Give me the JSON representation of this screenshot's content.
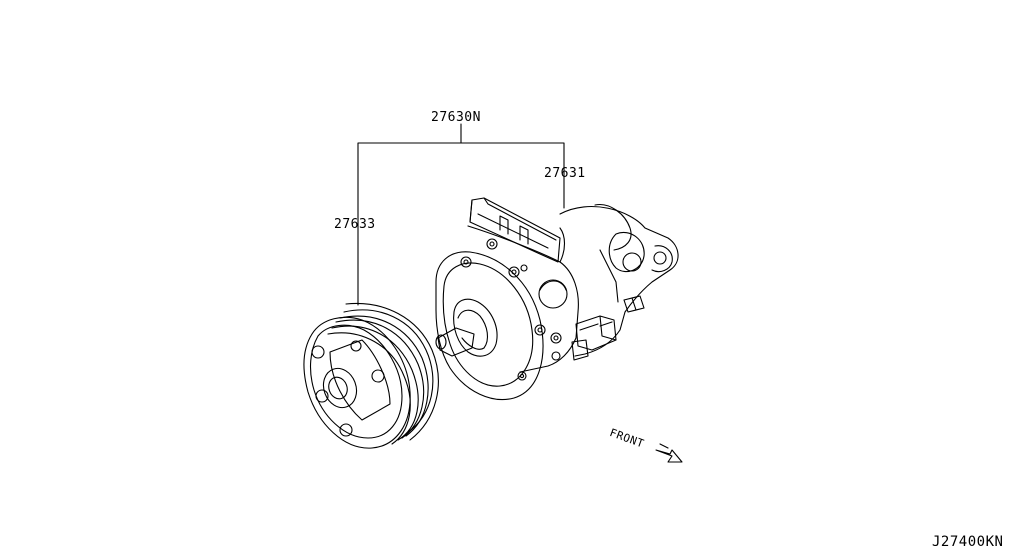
{
  "parts": {
    "assembly": "27630N",
    "compressor": "27631",
    "clutch": "27633"
  },
  "direction_label": "FRONT",
  "diagram_code": "J27400KN",
  "icons": [
    "front-arrow-icon"
  ]
}
